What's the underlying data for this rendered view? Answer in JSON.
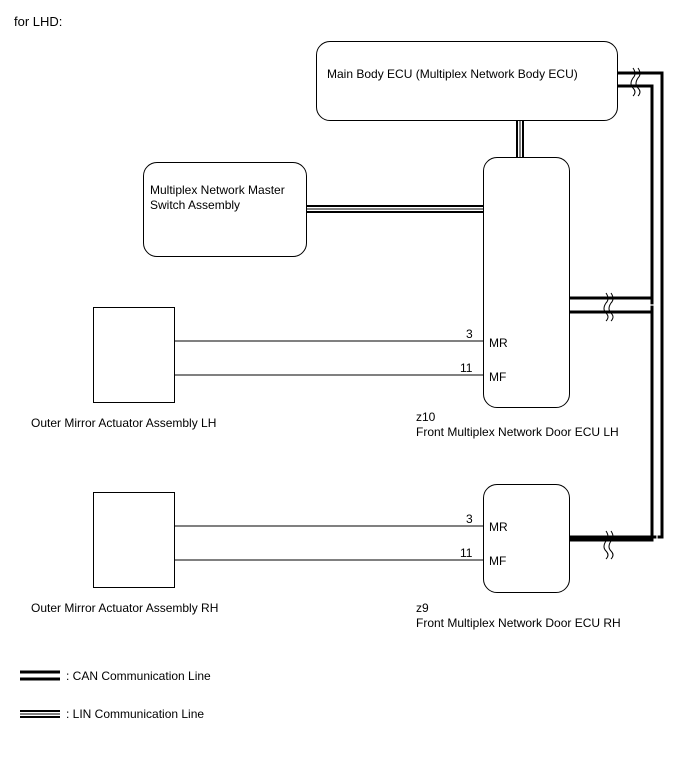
{
  "header": {
    "title": "for LHD:"
  },
  "components": {
    "main_body_ecu": {
      "label": "Main Body ECU (Multiplex Network Body ECU)"
    },
    "master_switch": {
      "label_line1": "Multiplex Network Master",
      "label_line2": "Switch Assembly"
    },
    "door_ecu_lh": {
      "connector": "z10",
      "name": "Front Multiplex Network Door ECU LH"
    },
    "door_ecu_rh": {
      "connector": "z9",
      "name": "Front Multiplex Network Door ECU RH"
    },
    "mirror_lh": {
      "name": "Outer Mirror Actuator Assembly LH"
    },
    "mirror_rh": {
      "name": "Outer Mirror Actuator Assembly RH"
    }
  },
  "pins": {
    "lh": [
      {
        "num": "3",
        "name": "MR"
      },
      {
        "num": "11",
        "name": "MF"
      }
    ],
    "rh": [
      {
        "num": "3",
        "name": "MR"
      },
      {
        "num": "11",
        "name": "MF"
      }
    ]
  },
  "legend": {
    "can": ": CAN Communication Line",
    "lin": ": LIN Communication Line"
  }
}
